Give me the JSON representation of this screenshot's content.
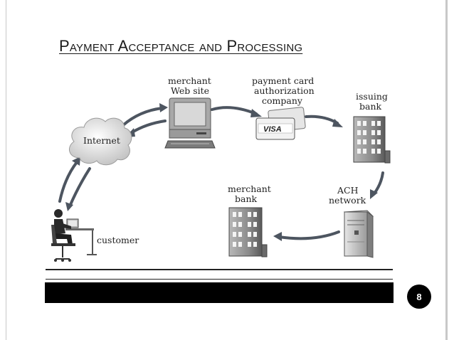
{
  "slide": {
    "title": "Payment Acceptance and Processing",
    "page_number": "8"
  },
  "diagram": {
    "nodes": {
      "merchant_web_site": [
        "merchant",
        "Web site"
      ],
      "payment_card_company": [
        "payment card",
        "authorization",
        "company"
      ],
      "issuing_bank": [
        "issuing",
        "bank"
      ],
      "internet": "Internet",
      "merchant_bank": [
        "merchant",
        "bank"
      ],
      "ach_network": [
        "ACH",
        "network"
      ],
      "customer": "customer"
    },
    "card_brand": "VISA"
  },
  "colors": {
    "arrow": "#4d5560",
    "building": "#8c8c8c",
    "cloud": "#d9d9d9"
  }
}
